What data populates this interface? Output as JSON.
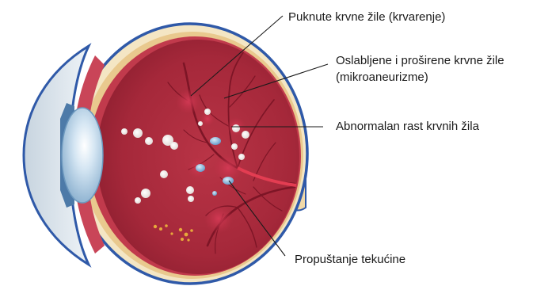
{
  "labels": {
    "burst_vessels": "Puknute krvne žile (krvarenje)",
    "weak_vessels_line1": "Oslabljene i proširene krvne žile",
    "weak_vessels_line2": "(mikroaneurizme)",
    "abnormal_growth": "Abnormalan rast krvnih žila",
    "fluid_leakage": "Propuštanje tekućine"
  },
  "colors": {
    "sclera_outline": "#2f59a8",
    "choroid": "#e9c98e",
    "retina": "#c13a4c",
    "vitreous": "#a5283a",
    "lens": "#a9cbe5",
    "cornea": "#dfe8ef",
    "exudate": "#f3f0ee",
    "leakage": "#7fb2dc",
    "deposits": "#e7a93b",
    "leader_line": "#1a1a1a"
  },
  "icons": [
    "eyeball-cross-section"
  ]
}
